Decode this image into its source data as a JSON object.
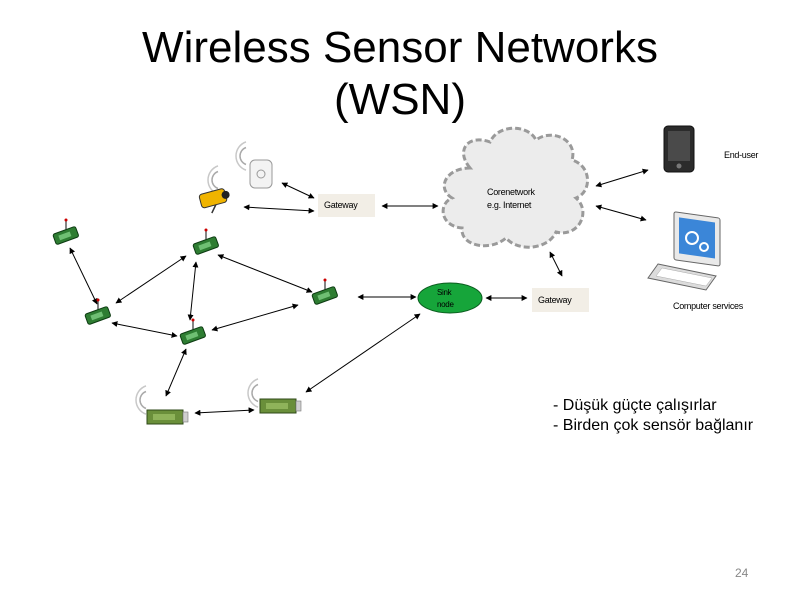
{
  "slide": {
    "title_line1": "Wireless Sensor Networks",
    "title_line2": "(WSN)",
    "page_number": "24"
  },
  "diagram": {
    "gateway_top_label": "Gateway",
    "gateway_bottom_label": "Gateway",
    "core_network_line1": "Corenetwork",
    "core_network_line2": "e.g. Internet",
    "sink_line1": "Sink",
    "sink_line2": "node",
    "end_user_label": "End-user",
    "computer_services_label": "Computer services",
    "colors": {
      "sink_fill": "#16a53a",
      "node_fill": "#2e7d32",
      "cloud_fill": "#ececec",
      "cloud_border": "#9a9a9a"
    }
  },
  "bullets": [
    "- Düşük güçte çalışırlar",
    "- Birden çok sensör bağlanır"
  ]
}
